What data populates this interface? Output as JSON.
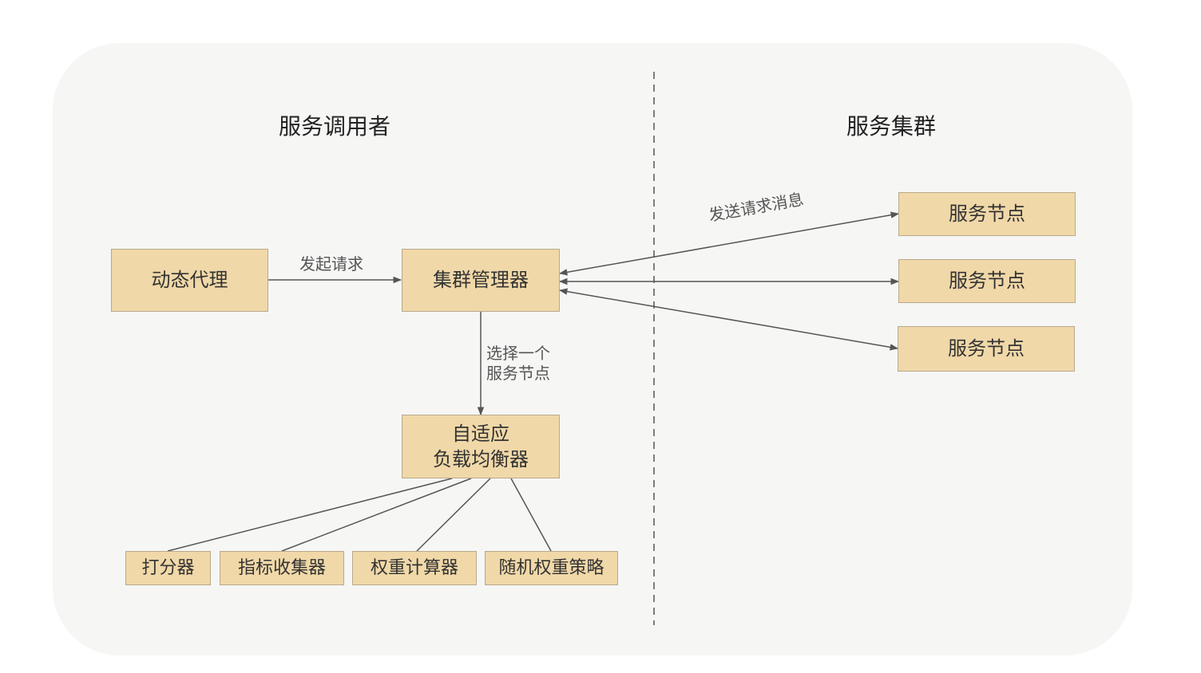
{
  "headings": {
    "caller": "服务调用者",
    "cluster": "服务集群"
  },
  "nodes": {
    "dynamic_proxy": "动态代理",
    "cluster_manager": "集群管理器",
    "balancer_line1": "自适应",
    "balancer_line2": "负载均衡器",
    "scorer": "打分器",
    "metrics_collector": "指标收集器",
    "weight_calculator": "权重计算器",
    "random_weight_strategy": "随机权重策略",
    "service_node_1": "服务节点",
    "service_node_2": "服务节点",
    "service_node_3": "服务节点"
  },
  "edges": {
    "initiate_request": "发起请求",
    "select_line1": "选择一个",
    "select_line2": "服务节点",
    "send_request_message": "发送请求消息"
  },
  "colors": {
    "box_fill": "#f0d8a8",
    "box_border": "#b8a98c",
    "panel": "#f6f6f5",
    "line": "#555555"
  }
}
